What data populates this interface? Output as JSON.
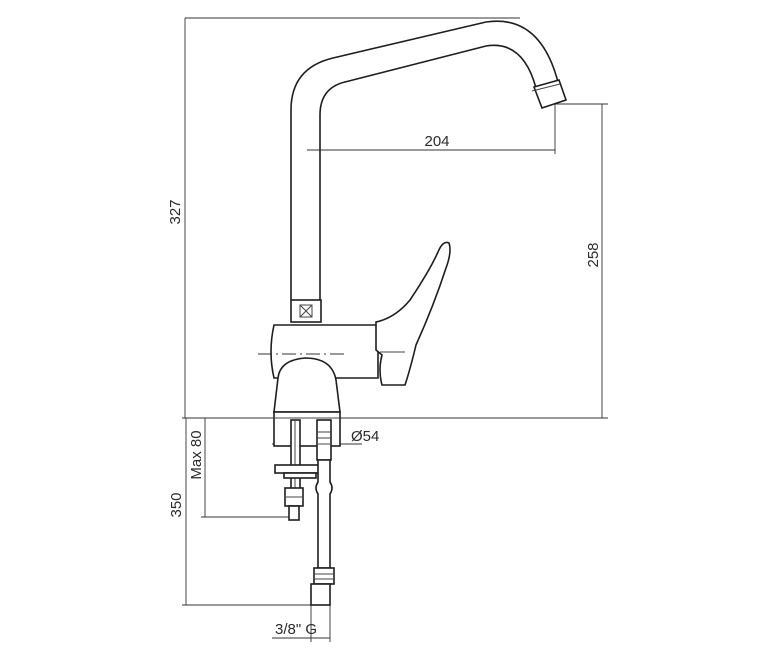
{
  "dimensions": {
    "total_height": "327",
    "spout_reach": "204",
    "spout_height": "258",
    "max_deck_thickness": "Max 80",
    "hose_length": "350",
    "base_diameter": "Ø54",
    "thread": "3/8\" G"
  }
}
